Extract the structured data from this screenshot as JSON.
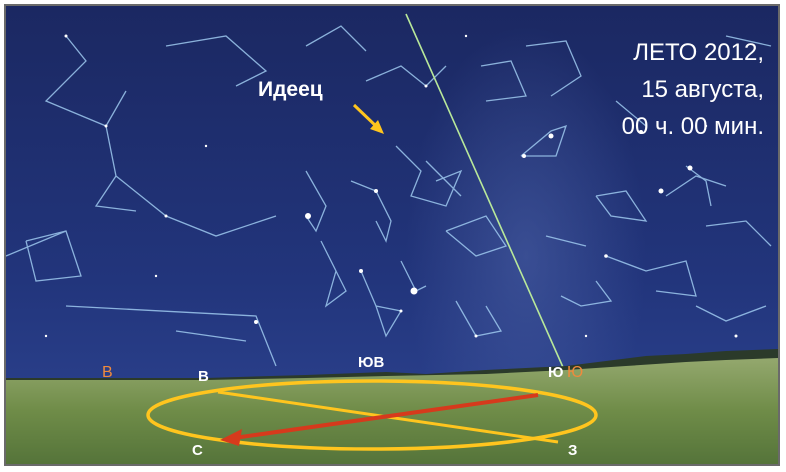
{
  "date_text": {
    "line1": "ЛЕТО 2012,",
    "line2": "15 августа,",
    "line3": "00 ч. 00 мин."
  },
  "pointer_label": "Идеец",
  "directions": {
    "east_horizon": "В",
    "east_plane": "В",
    "southeast": "ЮВ",
    "south_plane": "Ю",
    "south_horizon": "Ю",
    "north": "С",
    "west": "З"
  },
  "colors": {
    "sky_top": "#1c2a66",
    "sky_bottom": "#263a86",
    "constellation_lines": "#9ec9ef",
    "meridian_line": "#b8e89a",
    "ellipse": "#ffc51e",
    "arrow": "#d63a1c",
    "ground_top": "#8fa46a",
    "ground_bottom": "#5c7a3a"
  },
  "icons": [
    "yellow-arrow-icon",
    "red-direction-arrow-icon"
  ]
}
